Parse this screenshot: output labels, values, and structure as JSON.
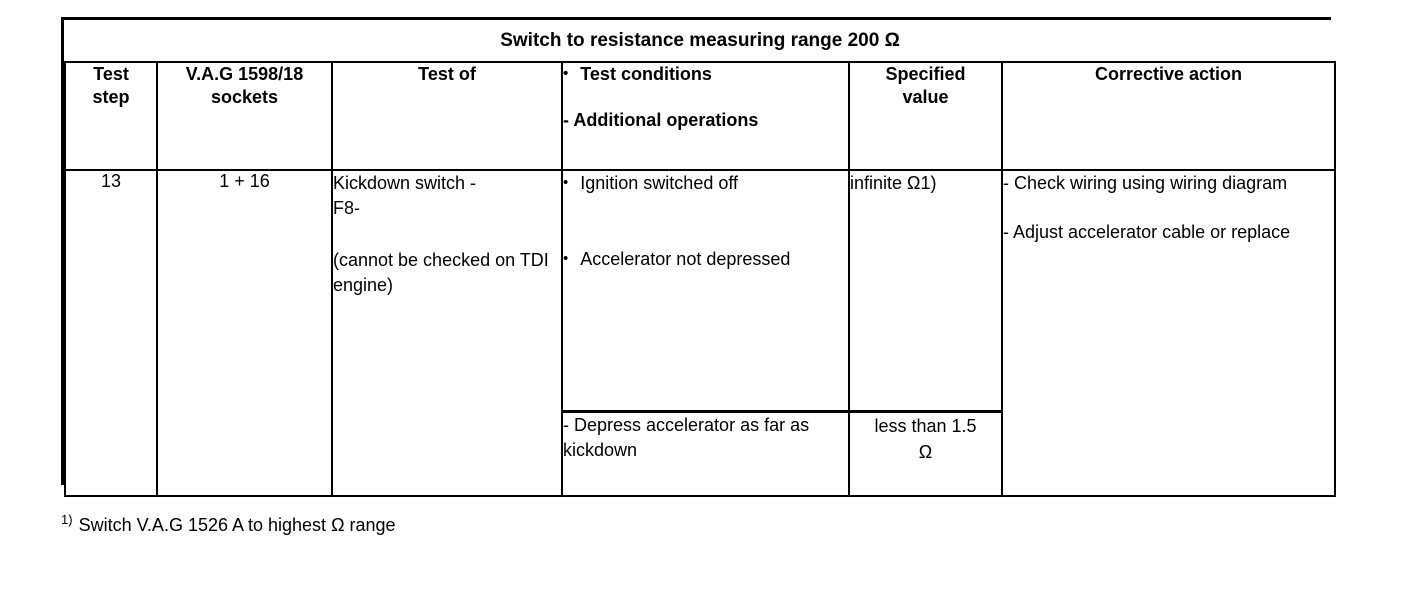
{
  "document": {
    "title_bar": "Switch to resistance measuring range 200 Ω"
  },
  "table": {
    "headers": {
      "test_step": "Test\nstep",
      "test_step_line1": "Test",
      "test_step_line2": "step",
      "sockets_line1": "V.A.G 1598/18",
      "sockets_line2": "sockets",
      "test_of": "Test of",
      "conditions_bullet": "Test conditions",
      "conditions_dash": "- Additional operations",
      "specified_value_line1": "Specified",
      "specified_value_line2": "value",
      "corrective_action": "Corrective action"
    },
    "rows": [
      {
        "test_step": "13",
        "sockets": "1 + 16",
        "test_of_line1": "Kickdown switch -",
        "test_of_line2": "F8-",
        "test_of_note": "(cannot be checked on TDI engine)",
        "conditions": [
          "Ignition switched off",
          "Accelerator not depressed"
        ],
        "specified_value": "infinite Ω1)",
        "corrective_actions": [
          "- Check wiring using wiring diagram",
          "- Adjust accelerator cable or replace"
        ],
        "sub_row": {
          "condition": "- Depress accelerator as far as kickdown",
          "specified_value_line1": "less than 1.5",
          "specified_value_line2": "Ω"
        }
      }
    ]
  },
  "footnote": {
    "marker": "1)",
    "text": "Switch V.A.G 1526 A to highest Ω range"
  },
  "icons": {
    "bullet": "•"
  },
  "colors": {
    "text": "#000000",
    "background": "#ffffff",
    "border": "#000000"
  }
}
